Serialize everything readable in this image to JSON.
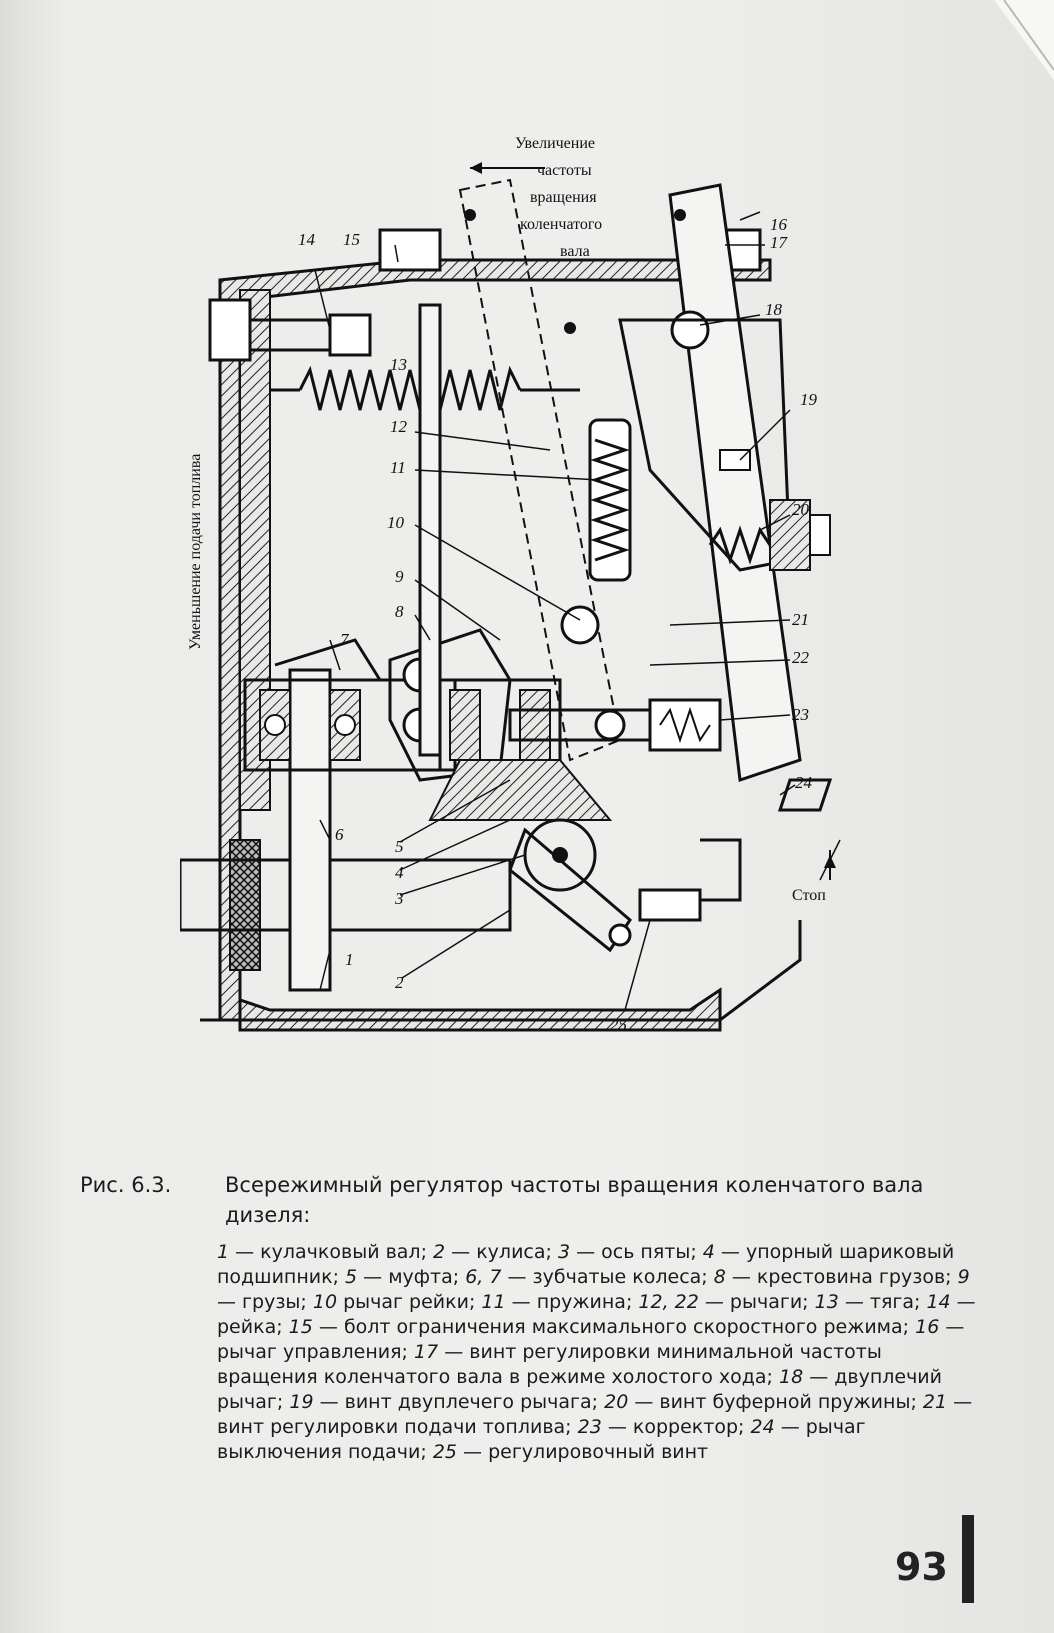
{
  "figure": {
    "labels": {
      "n1": "1",
      "n2": "2",
      "n3": "3",
      "n4": "4",
      "n5": "5",
      "n6": "6",
      "n7": "7",
      "n8": "8",
      "n9": "9",
      "n10": "10",
      "n11": "11",
      "n12": "12",
      "n13": "13",
      "n14": "14",
      "n15": "15",
      "n16": "16",
      "n17": "17",
      "n18": "18",
      "n19": "19",
      "n20": "20",
      "n21": "21",
      "n22": "22",
      "n23": "23",
      "n24": "24",
      "n25": "25"
    },
    "annotations": {
      "increase_l1": "Увеличение",
      "increase_l2": "частоты",
      "increase_l3": "вращения",
      "increase_l4": "коленчатого",
      "increase_l5": "вала",
      "decrease": "Уменьшение подачи топлива",
      "stop": "Стоп"
    }
  },
  "caption": {
    "number": "Рис. 6.3.",
    "title": "Всережимный регулятор частоты вращения коленчатого вала дизеля:",
    "legend": [
      {
        "term": "1",
        "text": " — кулачковый вал; "
      },
      {
        "term": "2",
        "text": " — кулиса; "
      },
      {
        "term": "3",
        "text": " — ось пяты; "
      },
      {
        "term": "4",
        "text": " — упорный шариковый подшипник; "
      },
      {
        "term": "5",
        "text": " — муфта; "
      },
      {
        "term": "6, 7",
        "text": " — зубчатые колеса; "
      },
      {
        "term": "8",
        "text": " — крестовина грузов; "
      },
      {
        "term": "9",
        "text": " — грузы; "
      },
      {
        "term": "10",
        "text": " рычаг рейки; "
      },
      {
        "term": "11",
        "text": " — пружина; "
      },
      {
        "term": "12, 22",
        "text": " — рычаги; "
      },
      {
        "term": "13",
        "text": " — тяга; "
      },
      {
        "term": "14",
        "text": " — рейка; "
      },
      {
        "term": "15",
        "text": " — болт ограничения максимального скоростного режима; "
      },
      {
        "term": "16",
        "text": " — рычаг управления; "
      },
      {
        "term": "17",
        "text": " — винт регулировки минимальной частоты вращения коленчатого вала в режиме холостого хода; "
      },
      {
        "term": "18",
        "text": " — двуплечий рычаг; "
      },
      {
        "term": "19",
        "text": " — винт двуплечего рычага; "
      },
      {
        "term": "20",
        "text": " — винт буферной пружины; "
      },
      {
        "term": "21",
        "text": " — винт регулировки подачи топлива; "
      },
      {
        "term": "23",
        "text": " — корректор; "
      },
      {
        "term": "24",
        "text": " — рычаг выключения подачи; "
      },
      {
        "term": "25",
        "text": " — регулировочный винт"
      }
    ]
  },
  "page_number": "93"
}
